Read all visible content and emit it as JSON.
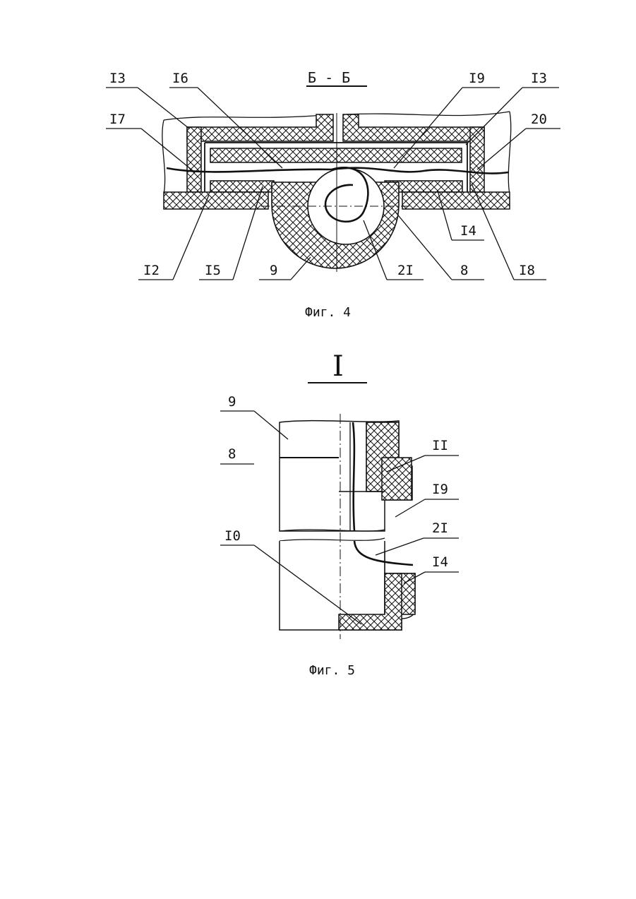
{
  "fig4": {
    "section_title": "Б - Б",
    "caption": "Фиг. 4",
    "labels": {
      "l13a": "I3",
      "l16": "I6",
      "l19": "I9",
      "l13b": "I3",
      "l17": "I7",
      "l20": "20",
      "l14": "I4",
      "l12": "I2",
      "l15": "I5",
      "l9": "9",
      "l21": "2I",
      "l8": "8",
      "l18": "I8"
    }
  },
  "fig5": {
    "view_title": "I",
    "caption": "Фиг. 5",
    "labels": {
      "l9": "9",
      "l8": "8",
      "l11": "II",
      "l19": "I9",
      "l21": "2I",
      "l10": "I0",
      "l14": "I4"
    }
  },
  "colors": {
    "ink": "#111111",
    "paper": "#ffffff"
  }
}
